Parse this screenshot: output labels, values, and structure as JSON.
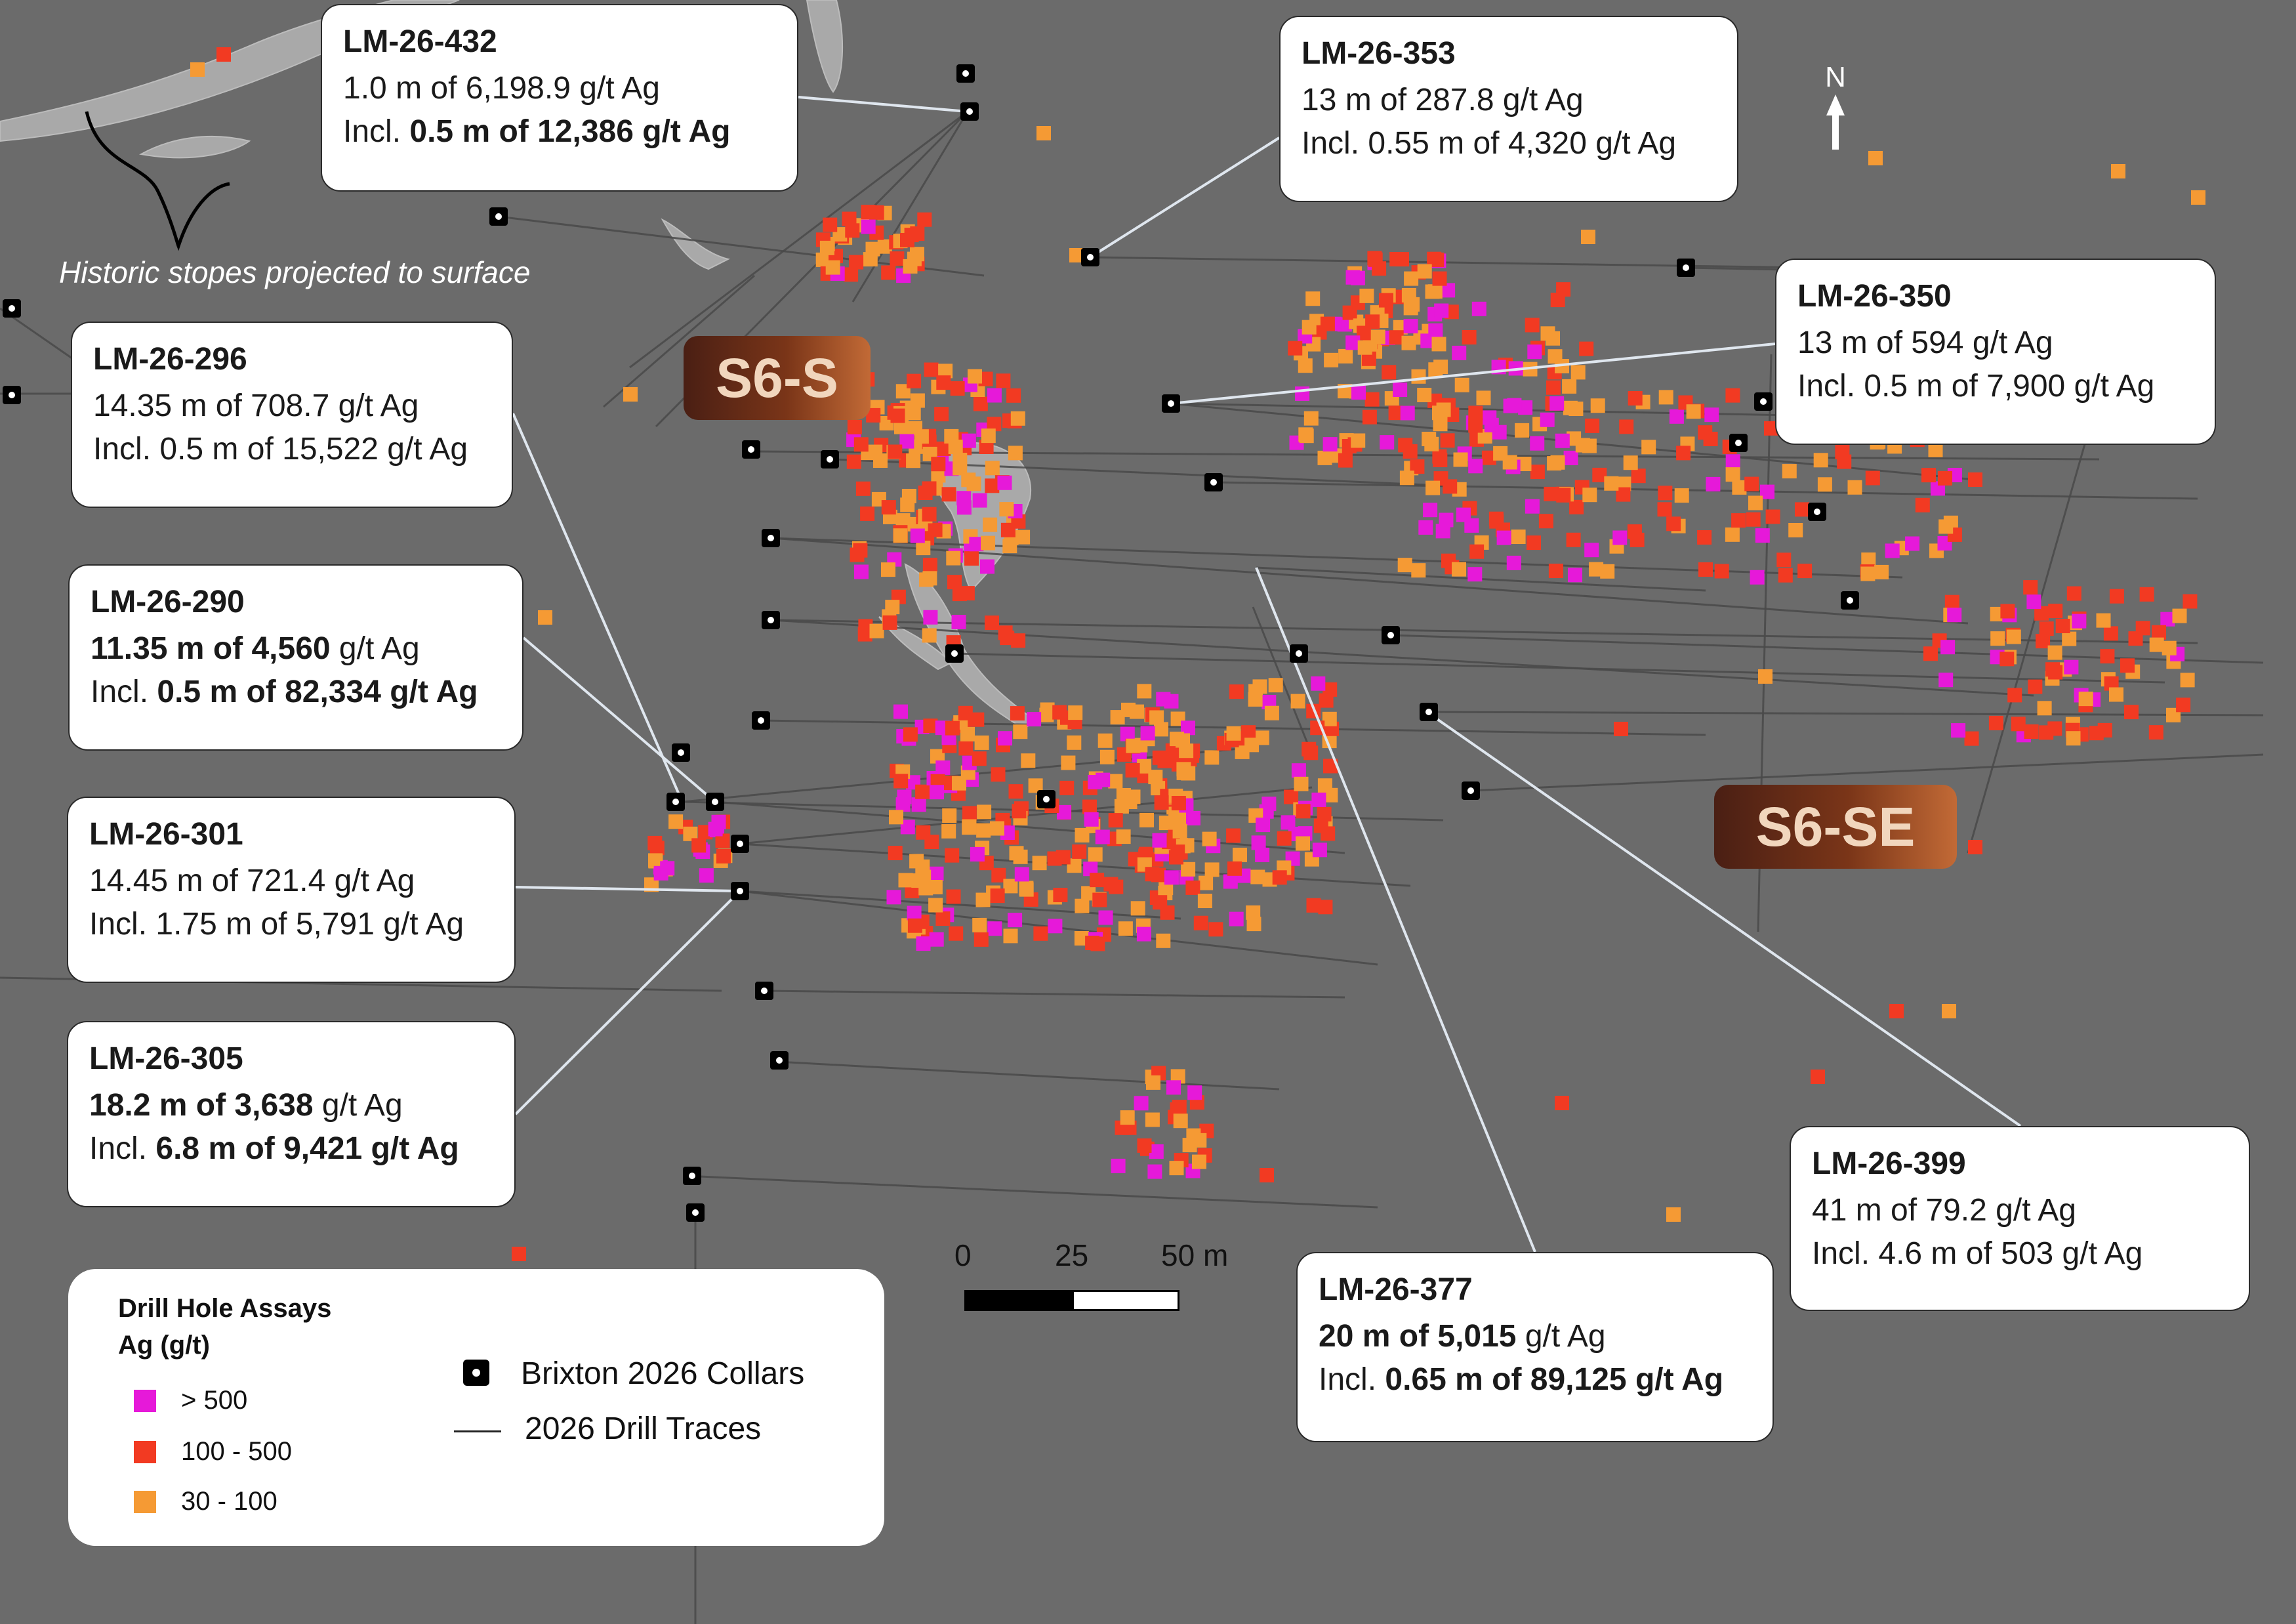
{
  "map": {
    "stopes_label": "Historic stopes projected to surface",
    "north_label": "N",
    "zones": [
      {
        "id": "s6s",
        "label": "S6-S"
      },
      {
        "id": "s6se",
        "label": "S6-SE"
      }
    ],
    "scale": {
      "ticks": [
        "0",
        "25",
        "50 m"
      ]
    }
  },
  "callouts": [
    {
      "hole": "LM-26-432",
      "lines": [
        [
          {
            "t": "1.0 m of 6,198.9 g/t Ag",
            "b": false
          }
        ],
        [
          {
            "t": "Incl. ",
            "b": false
          },
          {
            "t": "0.5 m of 12,386 g/t Ag",
            "b": true
          }
        ]
      ]
    },
    {
      "hole": "LM-26-353",
      "lines": [
        [
          {
            "t": "13 m of 287.8 g/t Ag",
            "b": false
          }
        ],
        [
          {
            "t": "Incl. 0.55 m of 4,320 g/t Ag",
            "b": false
          }
        ]
      ]
    },
    {
      "hole": "LM-26-350",
      "lines": [
        [
          {
            "t": "13 m of 594 g/t Ag",
            "b": false
          }
        ],
        [
          {
            "t": "Incl. 0.5 m of 7,900 g/t Ag",
            "b": false
          }
        ]
      ]
    },
    {
      "hole": "LM-26-296",
      "lines": [
        [
          {
            "t": "14.35 m of 708.7 g/t Ag",
            "b": false
          }
        ],
        [
          {
            "t": "Incl. 0.5 m of 15,522 g/t Ag",
            "b": false
          }
        ]
      ]
    },
    {
      "hole": "LM-26-290",
      "lines": [
        [
          {
            "t": "11.35 m of 4,560",
            "b": true
          },
          {
            "t": " g/t Ag",
            "b": false
          }
        ],
        [
          {
            "t": "Incl. ",
            "b": false
          },
          {
            "t": "0.5 m of 82,334 g/t Ag",
            "b": true
          }
        ]
      ]
    },
    {
      "hole": "LM-26-301",
      "lines": [
        [
          {
            "t": "14.45 m of 721.4 g/t Ag",
            "b": false
          }
        ],
        [
          {
            "t": "Incl. 1.75 m of 5,791 g/t Ag",
            "b": false
          }
        ]
      ]
    },
    {
      "hole": "LM-26-305",
      "lines": [
        [
          {
            "t": "18.2 m of 3,638",
            "b": true
          },
          {
            "t": " g/t Ag",
            "b": false
          }
        ],
        [
          {
            "t": "Incl. ",
            "b": false
          },
          {
            "t": "6.8 m of 9,421 g/t Ag",
            "b": true
          }
        ]
      ]
    },
    {
      "hole": "LM-26-377",
      "lines": [
        [
          {
            "t": "20 m of 5,015",
            "b": true
          },
          {
            "t": " g/t Ag",
            "b": false
          }
        ],
        [
          {
            "t": "Incl. ",
            "b": false
          },
          {
            "t": "0.65 m of 89,125 g/t Ag",
            "b": true
          }
        ]
      ]
    },
    {
      "hole": "LM-26-399",
      "lines": [
        [
          {
            "t": "41 m of 79.2 g/t Ag",
            "b": false
          }
        ],
        [
          {
            "t": "Incl. 4.6 m of 503 g/t Ag",
            "b": false
          }
        ]
      ]
    }
  ],
  "legend": {
    "title_line1": "Drill Hole Assays",
    "title_line2": "Ag (g/t)",
    "classes": [
      {
        "label": "> 500",
        "color": "#e619d9"
      },
      {
        "label": "100 - 500",
        "color": "#f23a22"
      },
      {
        "label": "30 - 100",
        "color": "#f59a34"
      }
    ],
    "collars_label": "Brixton 2026 Collars",
    "traces_label": "2026 Drill Traces"
  },
  "colors": {
    "background": "#6b6b6b",
    "trace": "#4a4a4a",
    "stope": "#a9a9a9",
    "high": "#e619d9",
    "mid": "#f23a22",
    "low": "#f59a34"
  }
}
